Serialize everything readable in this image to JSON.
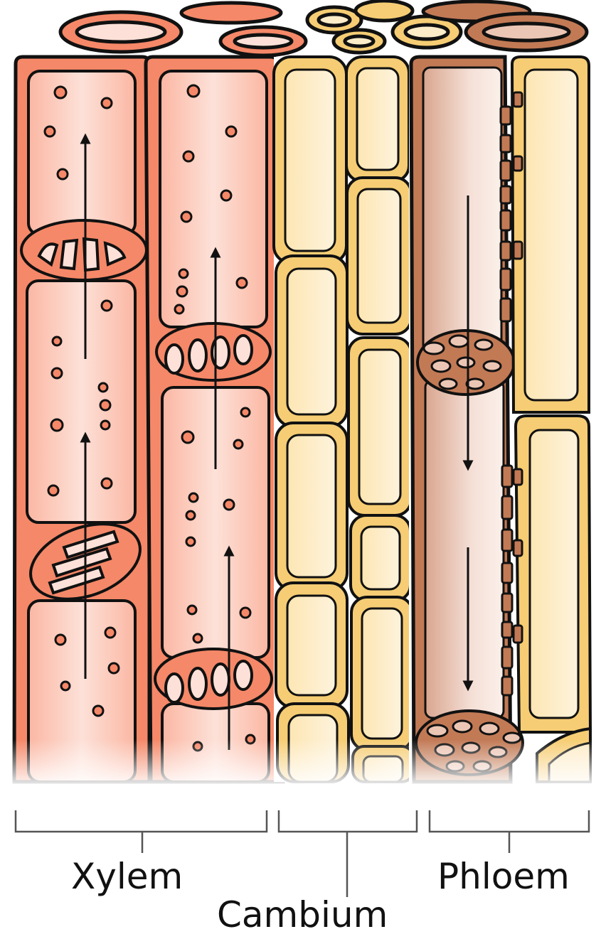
{
  "labels": {
    "xylem": "Xylem",
    "cambium": "Cambium",
    "phloem": "Phloem"
  },
  "colors": {
    "xylem_wall": "#f58868",
    "xylem_interior": "#fdd4c8",
    "cambium_wall": "#f6cd74",
    "cambium_interior": "#fdecc8",
    "phloem_wall": "#c27a55",
    "phloem_interior": "#ecc6b5",
    "outline": "#111111"
  },
  "flow_directions": {
    "xylem": "up",
    "phloem": "down"
  }
}
